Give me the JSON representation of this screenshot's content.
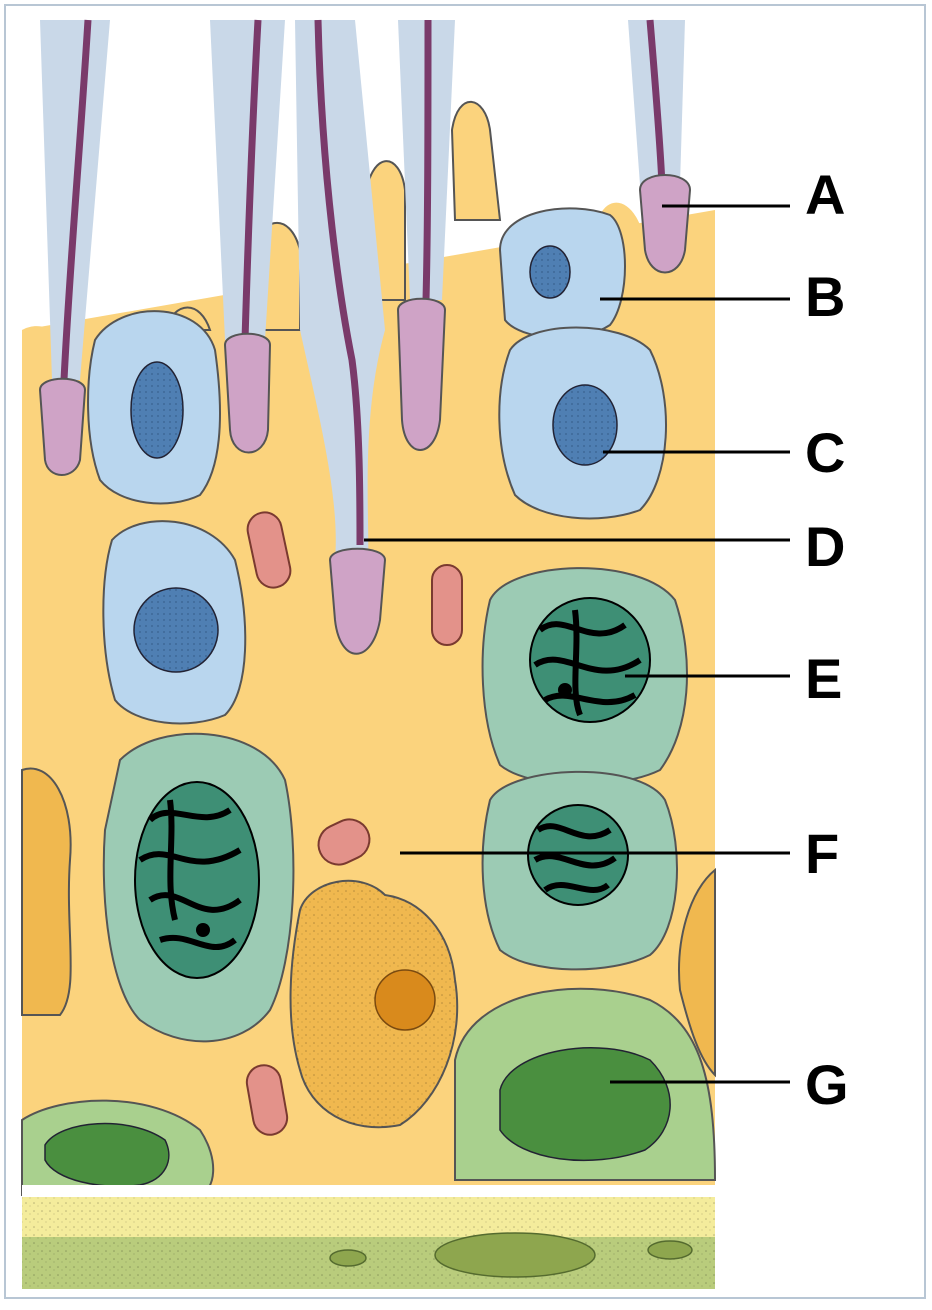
{
  "figure": {
    "labels": [
      {
        "id": "A",
        "text": "A"
      },
      {
        "id": "B",
        "text": "B"
      },
      {
        "id": "C",
        "text": "C"
      },
      {
        "id": "D",
        "text": "D"
      },
      {
        "id": "E",
        "text": "E"
      },
      {
        "id": "F",
        "text": "F"
      },
      {
        "id": "G",
        "text": "G"
      }
    ]
  },
  "colors": {
    "sertoli_cytoplasm": "#fbd37d",
    "spermatid_early": "#b9d6ee",
    "spermatocyte": "#9ccbb4",
    "spermatogonium": "#a9d08e",
    "sperm_head": "#cfa3c6",
    "flagellum_core": "#7a3a6a",
    "flagellum_sheath": "#c9d8e8",
    "mitochondria": "#e3928a",
    "sertoli_nucleus_bg": "#f0b84f",
    "basement": "#f4ec9c",
    "connective": "#b9cc7c"
  }
}
